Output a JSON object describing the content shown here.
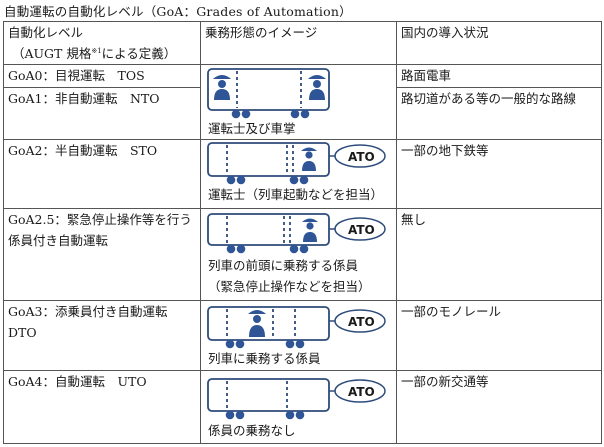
{
  "caption": "自動運転の自動化レベル（GoA：Grades of Automation）",
  "header": {
    "col1_line1": "自動化レベル",
    "col1_line2": "（AUGT 規格",
    "col1_sup": "※1",
    "col1_line2_end": "による定義）",
    "col2": "乗務形態のイメージ",
    "col3": "国内の導入状況"
  },
  "ato_label": "ATO",
  "rows": [
    {
      "level": "GoA0：目視運転　TOS",
      "status": "路面電車"
    },
    {
      "level": "GoA1：非自動運転　NTO",
      "status": "路切道がある等の一般的な路線"
    },
    {
      "level": "GoA2：半自動運転　STO",
      "status": "一部の地下鉄等"
    },
    {
      "level": "GoA2.5：緊急停止操作等を行う係員付き自動運転",
      "status": "無し"
    },
    {
      "level": "GoA3：添乗員付き自動運転DTO",
      "status": "一部のモノレール"
    },
    {
      "level": "GoA4：自動運転　UTO",
      "status": "一部の新交通等"
    }
  ],
  "image_captions": {
    "goa01": "運転士及び車掌",
    "goa2": "運転士（列車起動などを担当）",
    "goa25_line1": "列車の前頭に乗務する係員",
    "goa25_line2": "（緊急停止操作などを担当）",
    "goa3": "列車に乗務する係員",
    "goa4": "係員の乗務なし"
  },
  "colors": {
    "train_outline": "#2e4b7b",
    "crew": "#2f5597",
    "wheel": "#2f5597"
  }
}
